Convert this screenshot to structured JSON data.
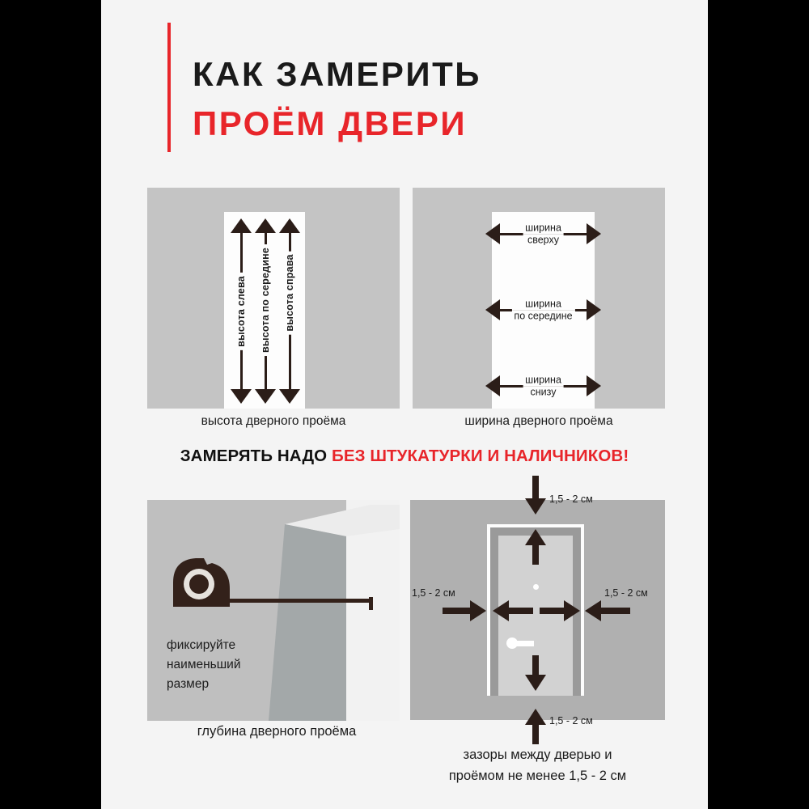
{
  "colors": {
    "accent_red": "#e8252a",
    "ink": "#1c1c1c",
    "arrow_dark": "#2b1d18",
    "panel_gray": "#c4c4c4",
    "sheet_bg": "#f4f4f4",
    "letterbox": "#000000"
  },
  "header": {
    "title_line1": "КАК ЗАМЕРИТЬ",
    "title_line2": "ПРОЁМ ДВЕРИ"
  },
  "panels": {
    "height": {
      "caption": "высота дверного проёма",
      "arrows": [
        {
          "label": "высота слева"
        },
        {
          "label": "высота по середине"
        },
        {
          "label": "высота справа"
        }
      ]
    },
    "width": {
      "caption": "ширина дверного проёма",
      "arrows": [
        {
          "label_top": "ширина",
          "label_bottom": "сверху"
        },
        {
          "label_top": "ширина",
          "label_bottom": "по середине"
        },
        {
          "label_top": "ширина",
          "label_bottom": "снизу"
        }
      ]
    },
    "depth": {
      "caption": "глубина дверного проёма",
      "note_line1": "фиксируйте",
      "note_line2": "наименьший",
      "note_line3": "размер"
    },
    "gaps": {
      "caption_line1": "зазоры между дверью и",
      "caption_line2": "проёмом не менее 1,5 - 2 см",
      "gap_top": "1,5 - 2 см",
      "gap_left": "1,5 - 2 см",
      "gap_right": "1,5 - 2 см",
      "gap_bottom": "1,5 - 2 см"
    }
  },
  "warning": {
    "part_black": "ЗАМЕРЯТЬ НАДО ",
    "part_red": "БЕЗ ШТУКАТУРКИ И НАЛИЧНИКОВ!"
  }
}
